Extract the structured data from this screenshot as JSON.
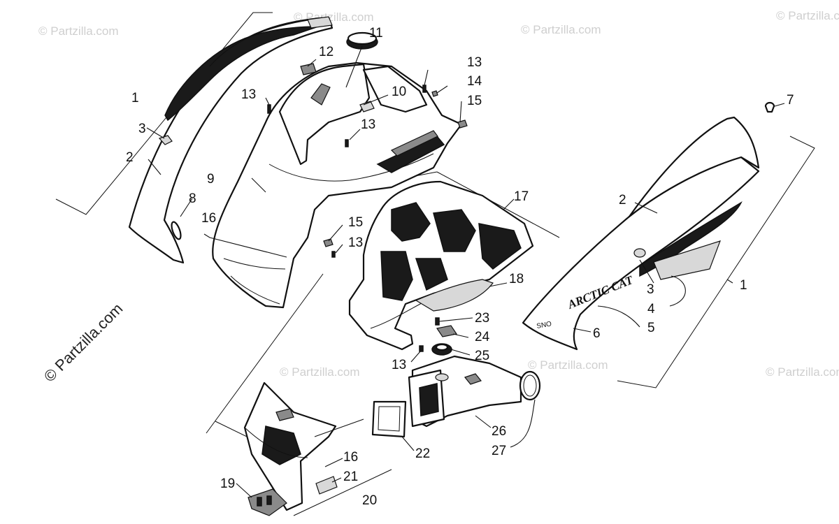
{
  "watermarks": {
    "small": "© Partzilla.com",
    "large": "© Partzilla.com"
  },
  "decals": {
    "brand": "ARCTIC CAT",
    "model": "SNO"
  },
  "callouts": [
    {
      "id": "c1a",
      "label": "1"
    },
    {
      "id": "c2a",
      "label": "2"
    },
    {
      "id": "c3a",
      "label": "3"
    },
    {
      "id": "c8",
      "label": "8"
    },
    {
      "id": "c16a",
      "label": "16"
    },
    {
      "id": "c9",
      "label": "9"
    },
    {
      "id": "c12",
      "label": "12"
    },
    {
      "id": "c11",
      "label": "11"
    },
    {
      "id": "c10",
      "label": "10"
    },
    {
      "id": "c13a",
      "label": "13"
    },
    {
      "id": "c13b",
      "label": "13"
    },
    {
      "id": "c13c",
      "label": "13"
    },
    {
      "id": "c14",
      "label": "14"
    },
    {
      "id": "c15a",
      "label": "15"
    },
    {
      "id": "c15b",
      "label": "15"
    },
    {
      "id": "c13d",
      "label": "13"
    },
    {
      "id": "c17",
      "label": "17"
    },
    {
      "id": "c18",
      "label": "18"
    },
    {
      "id": "c7",
      "label": "7"
    },
    {
      "id": "c2b",
      "label": "2"
    },
    {
      "id": "c1b",
      "label": "1"
    },
    {
      "id": "c3b",
      "label": "3"
    },
    {
      "id": "c4",
      "label": "4"
    },
    {
      "id": "c5",
      "label": "5"
    },
    {
      "id": "c6",
      "label": "6"
    },
    {
      "id": "c23",
      "label": "23"
    },
    {
      "id": "c24",
      "label": "24"
    },
    {
      "id": "c25",
      "label": "25"
    },
    {
      "id": "c13e",
      "label": "13"
    },
    {
      "id": "c26",
      "label": "26"
    },
    {
      "id": "c27",
      "label": "27"
    },
    {
      "id": "c22",
      "label": "22"
    },
    {
      "id": "c16b",
      "label": "16"
    },
    {
      "id": "c21",
      "label": "21"
    },
    {
      "id": "c19",
      "label": "19"
    },
    {
      "id": "c20",
      "label": "20"
    }
  ]
}
